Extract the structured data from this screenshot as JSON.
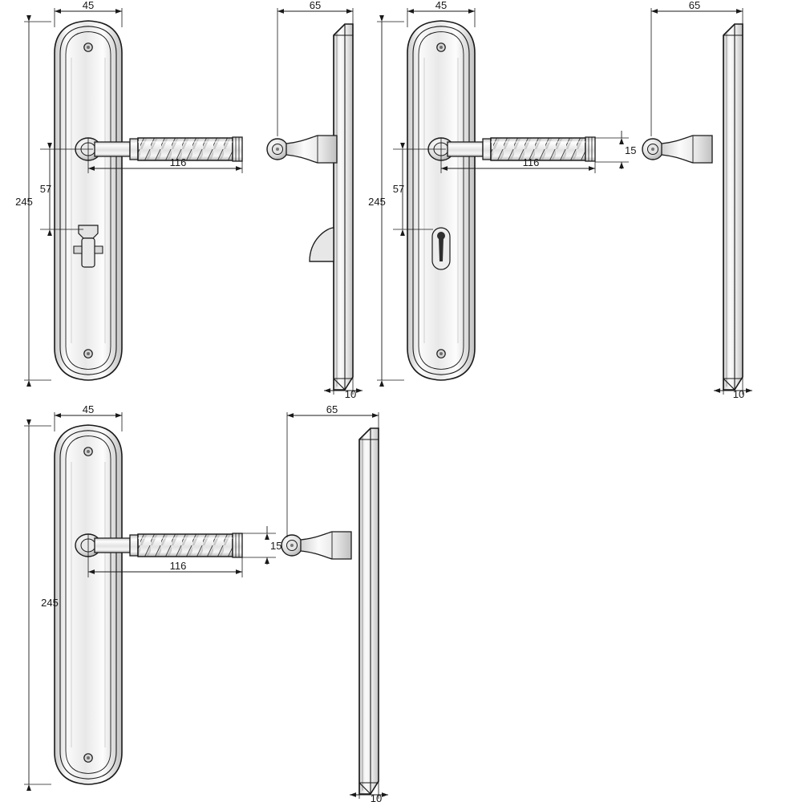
{
  "drawing": {
    "title": "Door handle backplate technical drawing",
    "units": "mm",
    "line_color": "#1a1a1a",
    "fill_light": "#f2f2f2",
    "fill_mid": "#d9d9d9",
    "fill_dark": "#bfbfbf",
    "background": "#ffffff"
  },
  "views": [
    {
      "id": "view-1-front",
      "name": "Lever handle on backplate with thumbturn - front view",
      "dimensions": {
        "width": "45",
        "height": "245",
        "center_height": "57",
        "lever_length": "116"
      }
    },
    {
      "id": "view-1-side",
      "name": "Lever handle on backplate with thumbturn - side view",
      "dimensions": {
        "depth": "65",
        "plate_thickness": "10"
      }
    },
    {
      "id": "view-2-front",
      "name": "Lever handle on backplate with keyhole - front view",
      "dimensions": {
        "width": "45",
        "height": "245",
        "center_height": "57",
        "lever_length": "116",
        "lever_thickness": "15"
      }
    },
    {
      "id": "view-2-side",
      "name": "Lever handle on backplate with keyhole - side view",
      "dimensions": {
        "depth": "65",
        "plate_thickness": "10"
      }
    },
    {
      "id": "view-3-front",
      "name": "Plain lever handle on backplate - front view",
      "dimensions": {
        "width": "45",
        "height": "245",
        "lever_length": "116",
        "lever_thickness": "15"
      }
    },
    {
      "id": "view-3-side",
      "name": "Plain lever handle on backplate - side view",
      "dimensions": {
        "depth": "65",
        "plate_thickness": "10"
      }
    }
  ],
  "labels": {
    "v1_width": "45",
    "v1_height": "245",
    "v1_center": "57",
    "v1_lever": "116",
    "v1_depth": "65",
    "v1_thickness": "10",
    "v2_width": "45",
    "v2_height": "245",
    "v2_center": "57",
    "v2_lever": "116",
    "v2_lever_thickness": "15",
    "v2_depth": "65",
    "v2_thickness": "10",
    "v3_width": "45",
    "v3_height": "245",
    "v3_lever": "116",
    "v3_lever_thickness": "15",
    "v3_depth": "65",
    "v3_thickness": "10"
  }
}
